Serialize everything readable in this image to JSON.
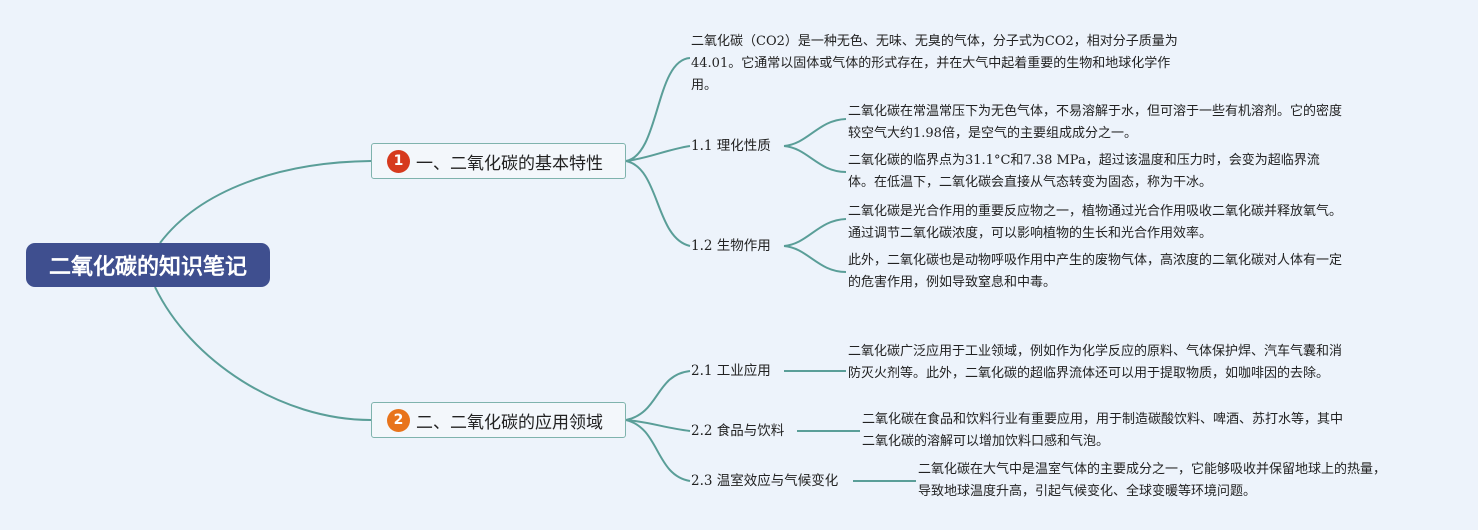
{
  "root": {
    "title": "二氧化碳的知识笔记"
  },
  "branches": [
    {
      "number": "1",
      "badge_color": "#d63a1e",
      "label": "一、二氧化碳的基本特性",
      "intro": "二氧化碳（CO2）是一种无色、无味、无臭的气体，分子式为CO2，相对分子质量为44.01。它通常以固体或气体的形式存在，并在大气中起着重要的生物和地球化学作用。",
      "subtopics": [
        {
          "label": "1.1 理化性质",
          "notes": [
            "二氧化碳在常温常压下为无色气体，不易溶解于水，但可溶于一些有机溶剂。它的密度较空气大约1.98倍，是空气的主要组成成分之一。",
            "二氧化碳的临界点为31.1°C和7.38 MPa，超过该温度和压力时，会变为超临界流体。在低温下，二氧化碳会直接从气态转变为固态，称为干冰。"
          ]
        },
        {
          "label": "1.2 生物作用",
          "notes": [
            "二氧化碳是光合作用的重要反应物之一，植物通过光合作用吸收二氧化碳并释放氧气。通过调节二氧化碳浓度，可以影响植物的生长和光合作用效率。",
            "此外，二氧化碳也是动物呼吸作用中产生的废物气体，高浓度的二氧化碳对人体有一定的危害作用，例如导致窒息和中毒。"
          ]
        }
      ]
    },
    {
      "number": "2",
      "badge_color": "#e8741c",
      "label": "二、二氧化碳的应用领域",
      "subtopics": [
        {
          "label": "2.1 工业应用",
          "notes": [
            "二氧化碳广泛应用于工业领域，例如作为化学反应的原料、气体保护焊、汽车气囊和消防灭火剂等。此外，二氧化碳的超临界流体还可以用于提取物质，如咖啡因的去除。"
          ]
        },
        {
          "label": "2.2 食品与饮料",
          "notes": [
            "二氧化碳在食品和饮料行业有重要应用，用于制造碳酸饮料、啤酒、苏打水等，其中二氧化碳的溶解可以增加饮料口感和气泡。"
          ]
        },
        {
          "label": "2.3 温室效应与气候变化",
          "notes": [
            "二氧化碳在大气中是温室气体的主要成分之一，它能够吸收并保留地球上的热量，导致地球温度升高，引起气候变化、全球变暖等环境问题。"
          ]
        }
      ]
    }
  ]
}
